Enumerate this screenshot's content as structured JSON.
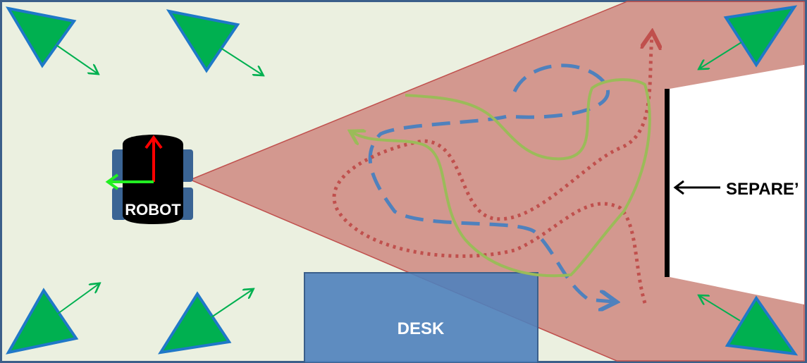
{
  "labels": {
    "robot": "ROBOT",
    "desk": "DESK",
    "separator": "SEPARE’"
  },
  "colors": {
    "floor": "#ebf0e0",
    "cone": "#c0504d",
    "desk": "#4f81bd",
    "sensor": "#00b050",
    "sensor_border": "#1f78c8",
    "path_green": "#9bbb59",
    "path_blue": "#4f81bd",
    "path_red": "#c0504d",
    "border": "#3b5f8a"
  }
}
